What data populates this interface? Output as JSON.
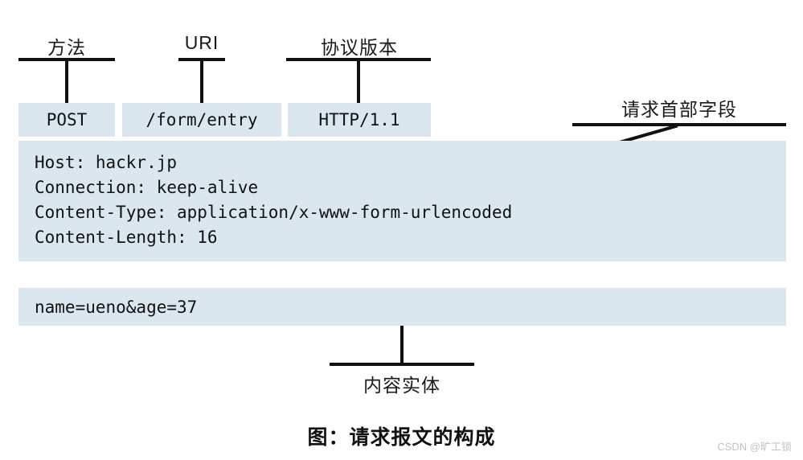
{
  "figure": {
    "caption": "图：请求报文的构成",
    "watermark": "CSDN @旷工锁"
  },
  "annotations": {
    "method": "方法",
    "uri": "URI",
    "protocol_version": "协议版本",
    "request_header_fields": "请求首部字段",
    "entity_body": "内容实体"
  },
  "request_line": {
    "method": "POST",
    "uri": "/form/entry",
    "version": "HTTP/1.1"
  },
  "headers": [
    "Host: hackr.jp",
    "Connection: keep-alive",
    "Content-Type: application/x-www-form-urlencoded",
    "Content-Length: 16"
  ],
  "body": {
    "content": "name=ueno&age=37"
  },
  "colors": {
    "box_fill": "#dbe7ee",
    "line": "#111111",
    "text": "#111111",
    "watermark": "#c2c2c2"
  }
}
